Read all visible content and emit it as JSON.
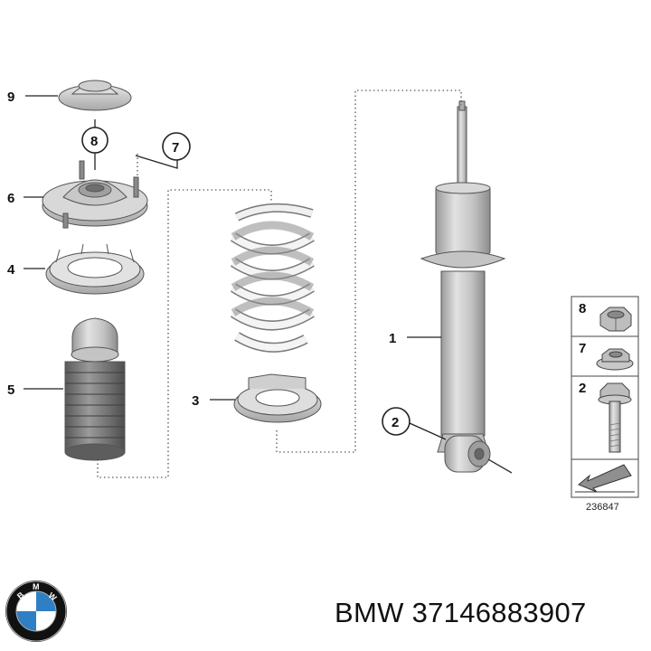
{
  "callouts": {
    "c1": "1",
    "c2": "2",
    "c3": "3",
    "c4": "4",
    "c5": "5",
    "c6": "6",
    "c7": "7",
    "c8": "8",
    "c9": "9"
  },
  "legend": {
    "items": [
      {
        "number": "8",
        "part": "hex-nut"
      },
      {
        "number": "7",
        "part": "flange-nut"
      },
      {
        "number": "2",
        "part": "hex-bolt"
      }
    ]
  },
  "drawing_number": "236847",
  "footer": {
    "brand": "BMW",
    "part_number": "37146883907"
  },
  "colors": {
    "part_fill": "#d4d4d4",
    "part_stroke": "#555555",
    "spring_fill": "#ececec",
    "logo_blue": "#2f7fc4"
  }
}
